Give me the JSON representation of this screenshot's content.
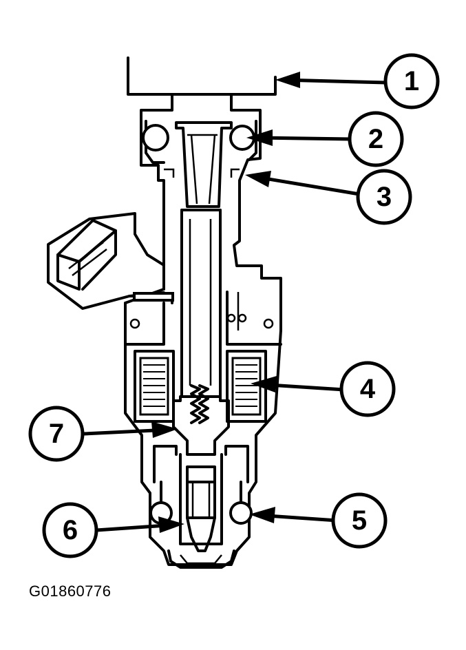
{
  "figure_code": "G01860776",
  "callouts": [
    {
      "number": "1"
    },
    {
      "number": "2"
    },
    {
      "number": "3"
    },
    {
      "number": "4"
    },
    {
      "number": "5"
    },
    {
      "number": "6"
    },
    {
      "number": "7"
    }
  ]
}
